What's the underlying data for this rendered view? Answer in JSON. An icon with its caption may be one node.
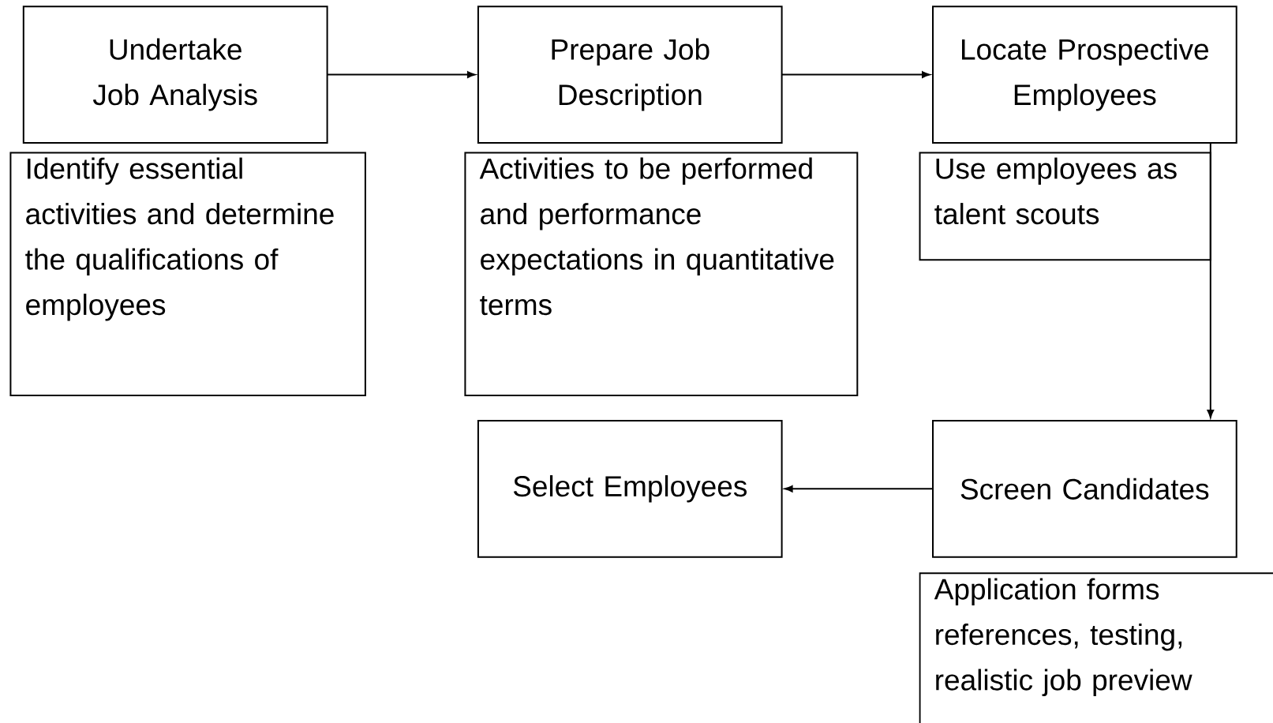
{
  "diagram": {
    "nodes": [
      {
        "text": [
          "Undertake Job Analysis"
        ]
      },
      {
        "text": [
          "Identify essential activities and determine the qualifications of employees"
        ]
      },
      {
        "text": [
          "Prepare Job Description"
        ]
      },
      {
        "text": [
          "Activities to be performed and performance expectations in quantitative terms"
        ]
      },
      {
        "text": [
          "Locate Prospective Employees"
        ]
      },
      {
        "text": [
          "Use employees as talent scouts"
        ]
      },
      {
        "text": [
          "Select Employees"
        ]
      },
      {
        "text": [
          "Screen Candidates"
        ]
      },
      {
        "text": [
          "Application forms references, testing, realistic job preview"
        ]
      }
    ],
    "edges": [
      {
        "from": 0,
        "to": 2,
        "arrow": "to"
      },
      {
        "from": 2,
        "to": 4,
        "arrow": "to"
      },
      {
        "from": 4,
        "to": 7,
        "arrow": "to"
      },
      {
        "from": 7,
        "to": 6,
        "arrow": "to"
      }
    ]
  }
}
